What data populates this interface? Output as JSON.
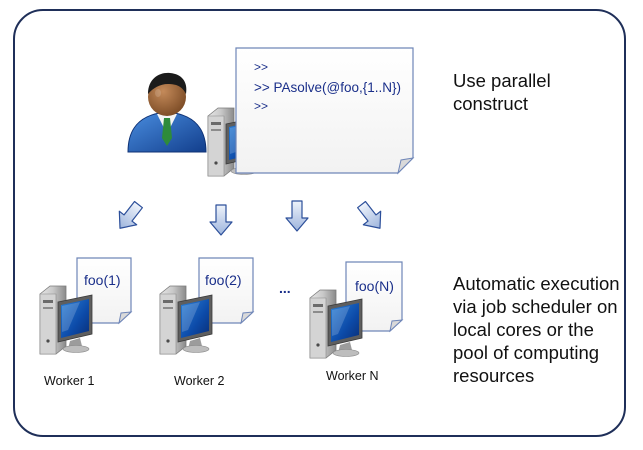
{
  "master": {
    "console_lines": [
      ">>",
      ">> PAsolve(@foo,{1..N})",
      ">>"
    ],
    "description": "Use parallel\nconstruct"
  },
  "workers": [
    {
      "task": "foo(1)",
      "label": "Worker 1"
    },
    {
      "task": "foo(2)",
      "label": "Worker 2"
    },
    {
      "task": "foo(N)",
      "label": "Worker N"
    }
  ],
  "ellipsis": "...",
  "execution_description": "Automatic execution\nvia job scheduler on\nlocal cores or the\npool of computing\nresources",
  "icons": [
    "user-icon",
    "computer-icon",
    "down-arrow-icon",
    "document-icon"
  ]
}
